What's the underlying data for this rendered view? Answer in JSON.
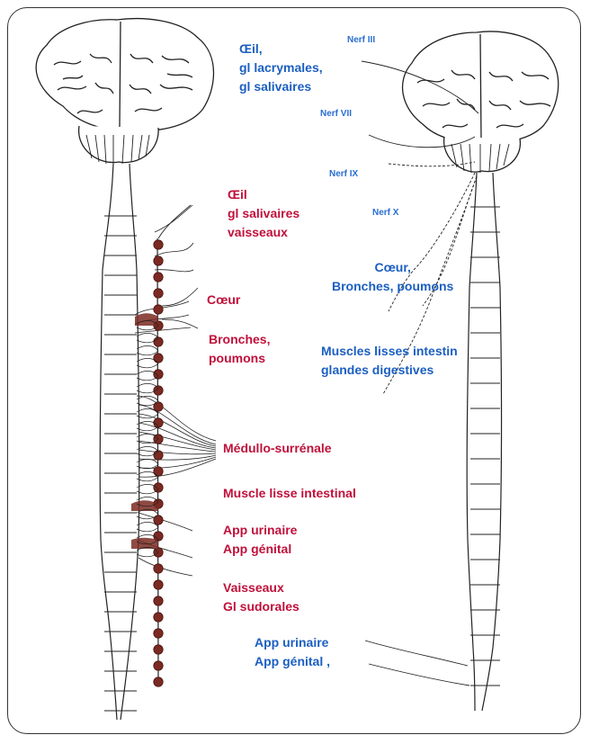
{
  "colors": {
    "sympathetic": "#c0103a",
    "parasympathetic": "#1b5fc1",
    "ganglion": "#7a2a22",
    "outline": "#222222"
  },
  "sympathetic_targets": [
    {
      "lines": [
        "Œil",
        "gl salivaires",
        "vaisseaux"
      ]
    },
    {
      "lines": [
        "Cœur"
      ]
    },
    {
      "lines": [
        "Bronches,",
        "poumons"
      ]
    },
    {
      "lines": [
        "Médullo-surrénale"
      ]
    },
    {
      "lines": [
        "Muscle lisse intestinal"
      ]
    },
    {
      "lines": [
        "App urinaire",
        "App génital"
      ]
    },
    {
      "lines": [
        "Vaisseaux",
        "Gl sudorales"
      ]
    }
  ],
  "parasympathetic_targets": [
    {
      "lines": [
        "Œil,",
        "gl lacrymales,",
        "gl salivaires"
      ]
    },
    {
      "lines": [
        "Cœur,",
        "Bronches, poumons"
      ]
    },
    {
      "lines": [
        "Muscles lisses intestin",
        "glandes digestives"
      ]
    },
    {
      "lines": [
        "App urinaire",
        "App génital ,"
      ]
    }
  ],
  "nerves": [
    "Nerf III",
    "Nerf  VII",
    "Nerf IX",
    "Nerf X"
  ]
}
